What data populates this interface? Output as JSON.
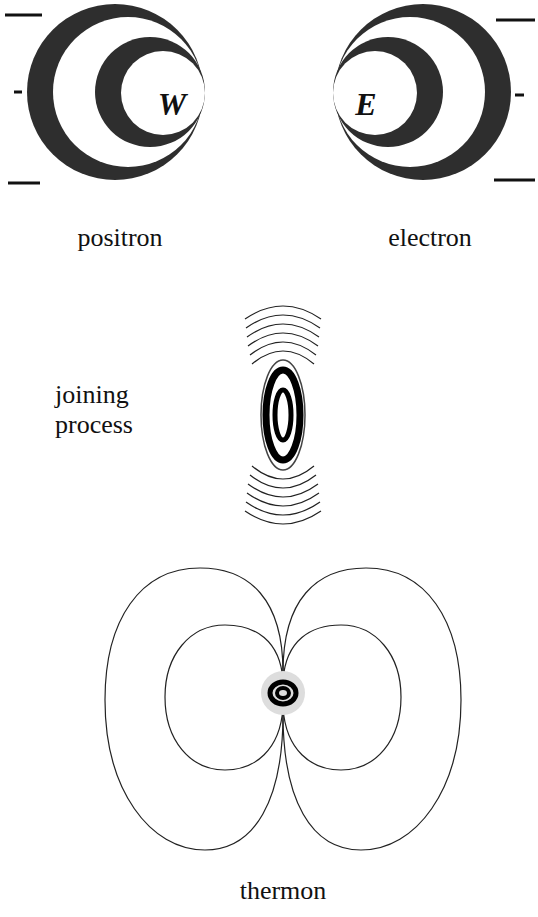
{
  "diagram": {
    "nodes": [
      {
        "text": [
          "W",
          "positron"
        ]
      },
      {
        "text": [
          "E",
          "electron"
        ]
      }
    ],
    "labels": [
      "joining process",
      "thermon"
    ]
  }
}
